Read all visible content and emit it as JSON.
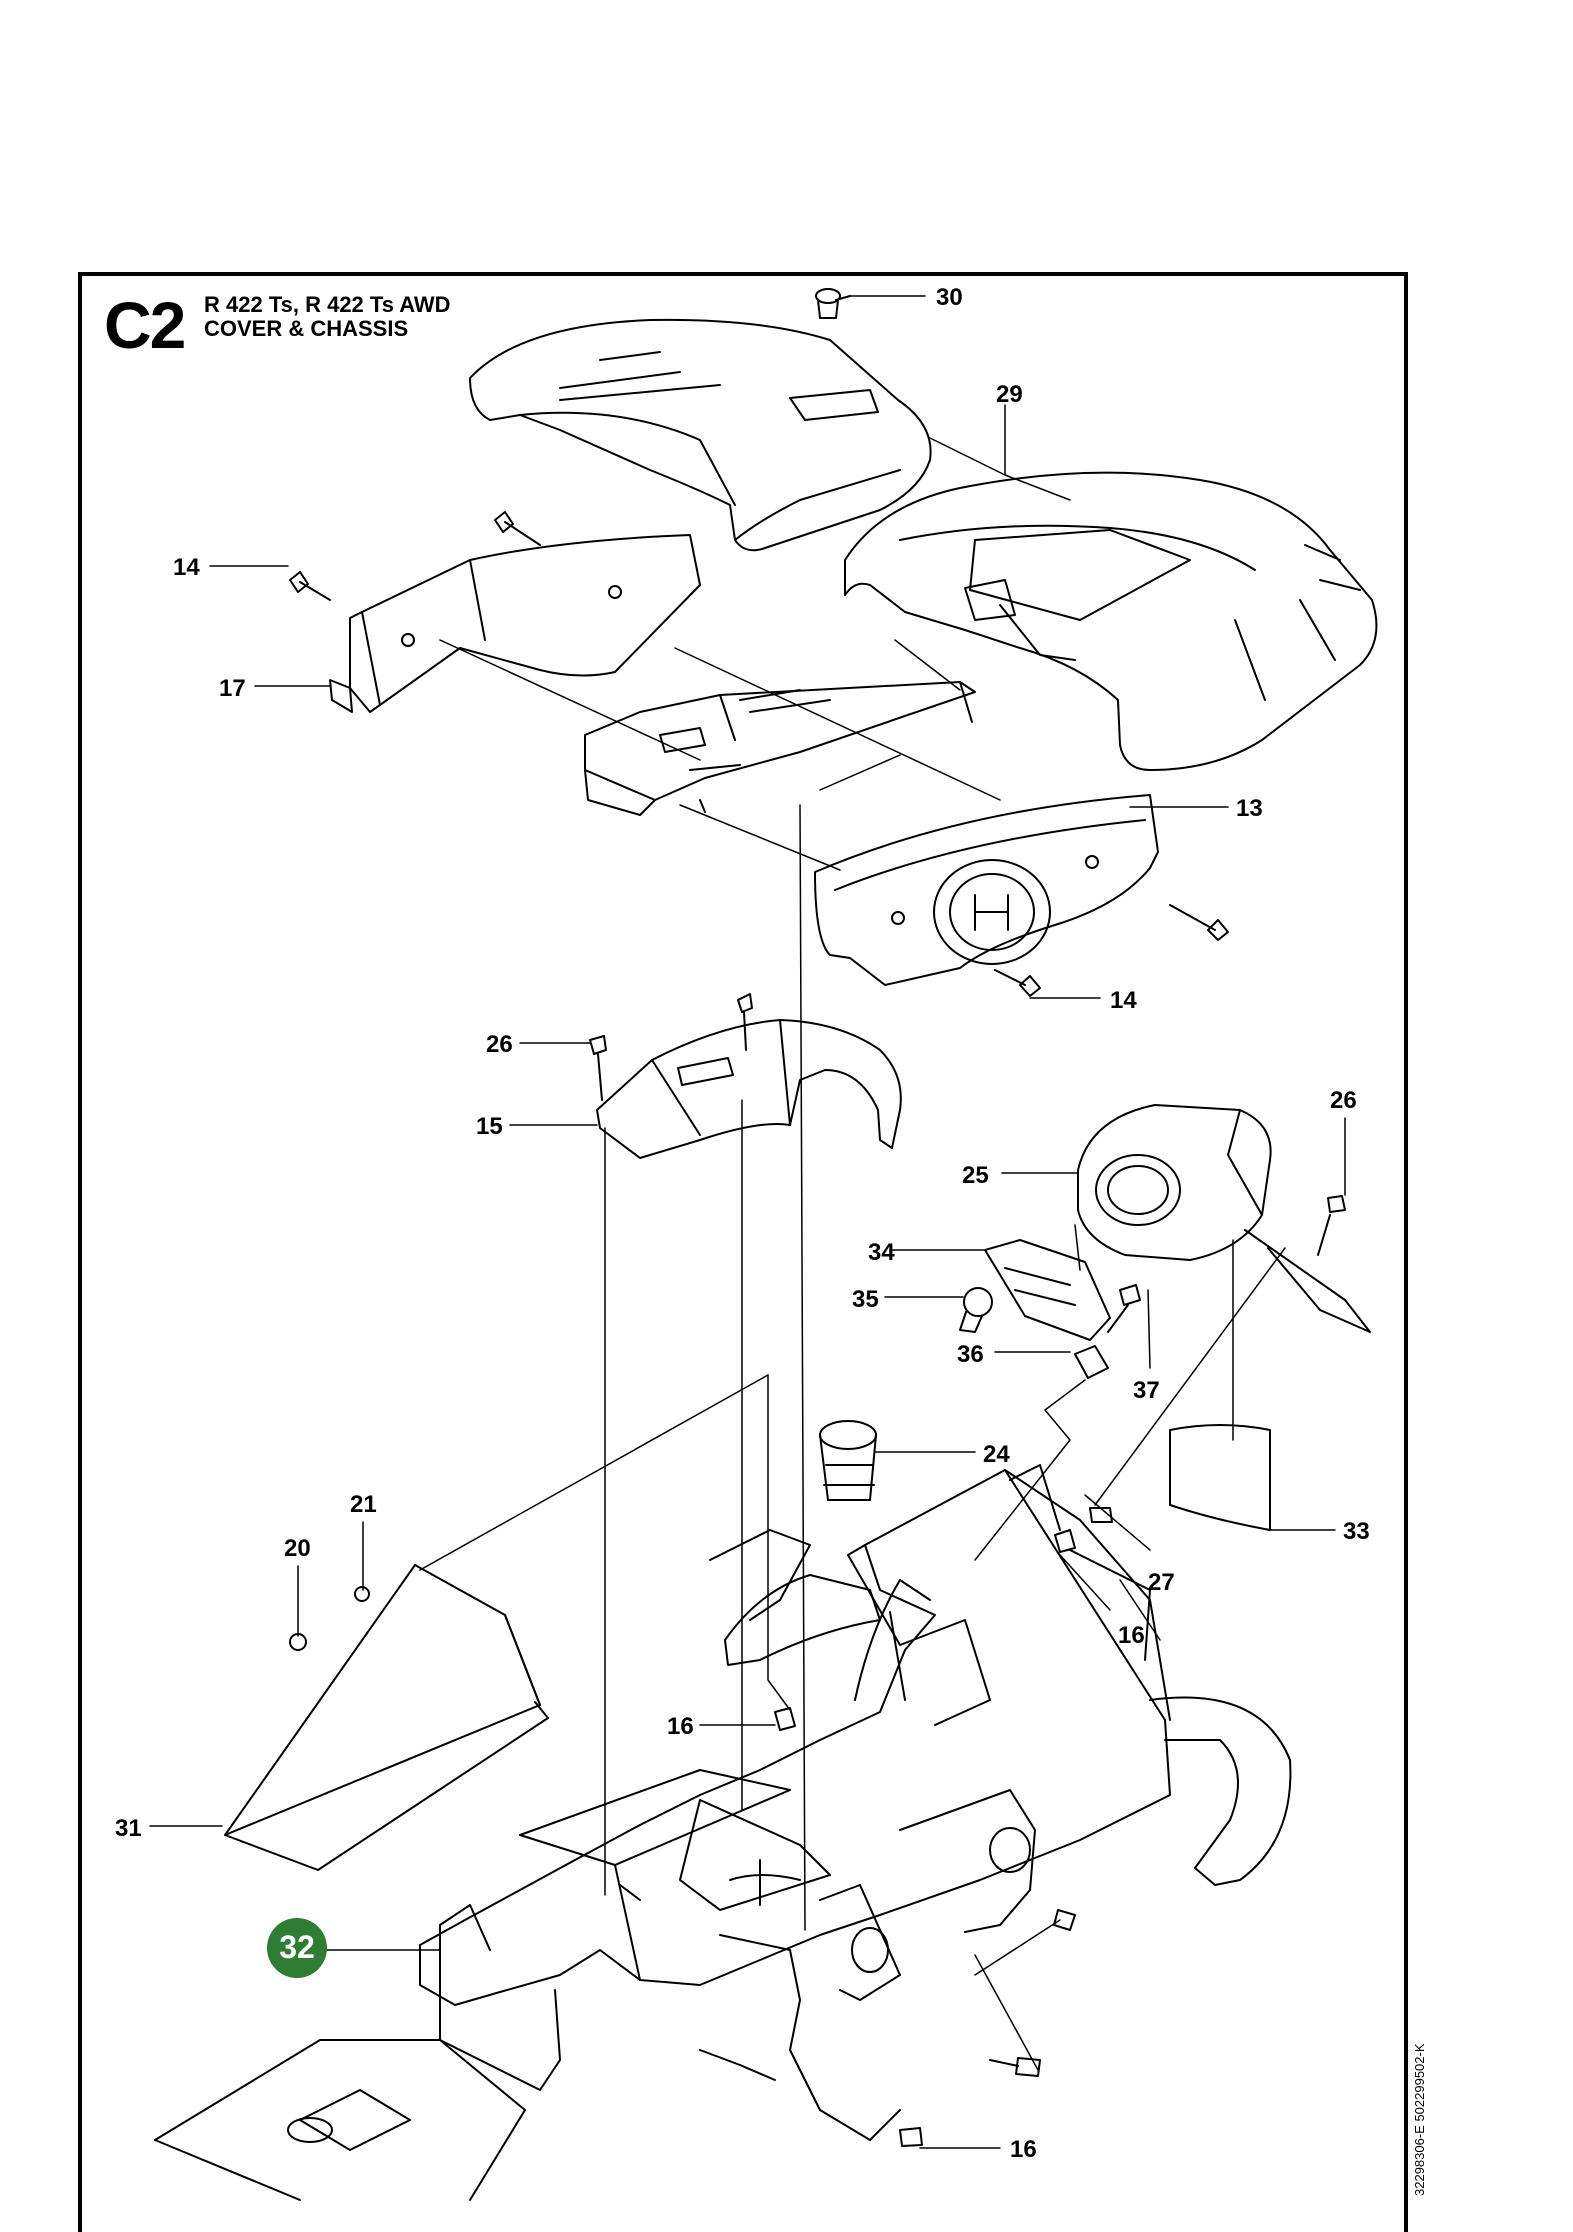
{
  "header": {
    "section_code": "C2",
    "models": "R 422 Ts, R 422 Ts AWD",
    "section_name": "COVER & CHASSIS"
  },
  "document_number": "32298306-E 502299502-K",
  "highlight": {
    "part": "32",
    "color": "#2e7d32"
  },
  "colors": {
    "line": "#000000",
    "background": "#ffffff"
  },
  "callouts": [
    {
      "id": "30",
      "label": "30"
    },
    {
      "id": "29",
      "label": "29"
    },
    {
      "id": "14a",
      "label": "14"
    },
    {
      "id": "17",
      "label": "17"
    },
    {
      "id": "13",
      "label": "13"
    },
    {
      "id": "14b",
      "label": "14"
    },
    {
      "id": "26a",
      "label": "26"
    },
    {
      "id": "15",
      "label": "15"
    },
    {
      "id": "26b",
      "label": "26"
    },
    {
      "id": "25",
      "label": "25"
    },
    {
      "id": "34",
      "label": "34"
    },
    {
      "id": "35",
      "label": "35"
    },
    {
      "id": "36",
      "label": "36"
    },
    {
      "id": "37",
      "label": "37"
    },
    {
      "id": "24",
      "label": "24"
    },
    {
      "id": "21",
      "label": "21"
    },
    {
      "id": "20",
      "label": "20"
    },
    {
      "id": "33",
      "label": "33"
    },
    {
      "id": "27",
      "label": "27"
    },
    {
      "id": "16a",
      "label": "16"
    },
    {
      "id": "16b",
      "label": "16"
    },
    {
      "id": "31",
      "label": "31"
    },
    {
      "id": "32",
      "label": "32"
    },
    {
      "id": "16c",
      "label": "16"
    }
  ]
}
